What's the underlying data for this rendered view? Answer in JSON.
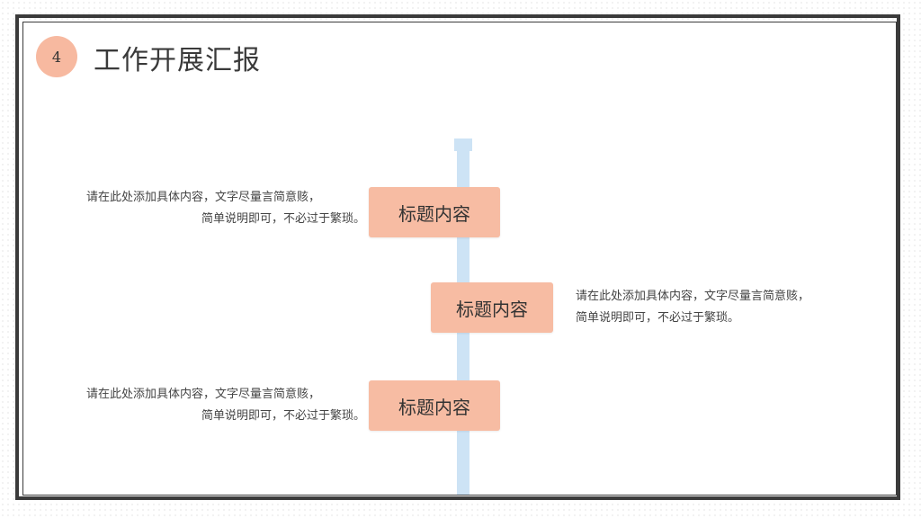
{
  "header": {
    "number": "4",
    "title": "工作开展汇报"
  },
  "items": [
    {
      "tag": "标题内容",
      "line1": "请在此处添加具体内容，文字尽量言简意赅，",
      "line2": "简单说明即可，不必过于繁琐。"
    },
    {
      "tag": "标题内容",
      "line1": "请在此处添加具体内容，文字尽量言简意赅，",
      "line2": "简单说明即可，不必过于繁琐。"
    },
    {
      "tag": "标题内容",
      "line1": "请在此处添加具体内容，文字尽量言简意赅，",
      "line2": "简单说明即可，不必过于繁琐。"
    }
  ],
  "colors": {
    "accent": "#f7bca3",
    "timeline": "#cde3f5",
    "frame": "#3b3b3b"
  }
}
